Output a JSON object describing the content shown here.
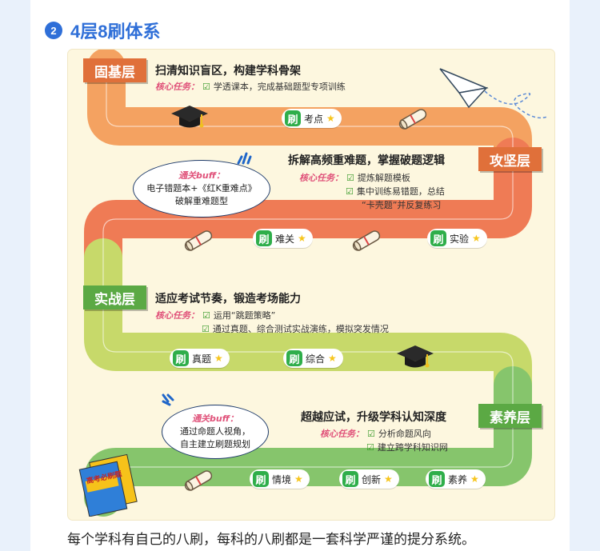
{
  "header": {
    "number": "2",
    "title": "4层8刷体系"
  },
  "colors": {
    "level1": "#f4a261",
    "level2": "#ef7b55",
    "level3": "#c7d96a",
    "level4": "#86c56c",
    "label_orange": "#e0703a",
    "label_green": "#5ba944",
    "chip_brush": "#2fae4a",
    "tag_pink": "#e0527a"
  },
  "layers": [
    {
      "label": "固基层",
      "heading": "扫清知识盲区，构建学科骨架",
      "task_tag": "核心任务：",
      "tasks": [
        "学透课本，完成基础题型专项训练"
      ],
      "chips": [
        "考点"
      ]
    },
    {
      "label": "攻坚层",
      "heading": "拆解高频重难题，掌握破题逻辑",
      "task_tag": "核心任务：",
      "tasks": [
        "提炼解题模板",
        "集中训练易错题，总结",
        "“卡壳题”并反复练习"
      ],
      "chips": [
        "难关",
        "实验"
      ]
    },
    {
      "label": "实战层",
      "heading": "适应考试节奏，锻造考场能力",
      "task_tag": "核心任务：",
      "tasks": [
        "运用“跳题策略”",
        "通过真题、综合测试实战演练，模拟突发情况"
      ],
      "chips": [
        "真题",
        "综合"
      ]
    },
    {
      "label": "素养层",
      "heading": "超越应试，升级学科认知深度",
      "task_tag": "核心任务：",
      "tasks": [
        "分析命题风向",
        "建立跨学科知识网"
      ],
      "chips": [
        "情境",
        "创新",
        "素养"
      ]
    }
  ],
  "brush_char": "刷",
  "bubbles": [
    {
      "title": "通关buff：",
      "lines": [
        "电子错题本+《红K重难点》",
        "破解重难题型"
      ]
    },
    {
      "title": "通关buff：",
      "lines": [
        "通过命题人视角，",
        "自主建立刷题规划"
      ]
    }
  ],
  "book": {
    "text": "高考必刷题"
  },
  "footer": "每个学科有自己的八刷，每科的八刷都是一套科学严谨的提分系统。",
  "icons": [
    "graduation-cap-icon",
    "diploma-scroll-icon",
    "paper-plane-icon",
    "star-icon",
    "check-icon"
  ]
}
